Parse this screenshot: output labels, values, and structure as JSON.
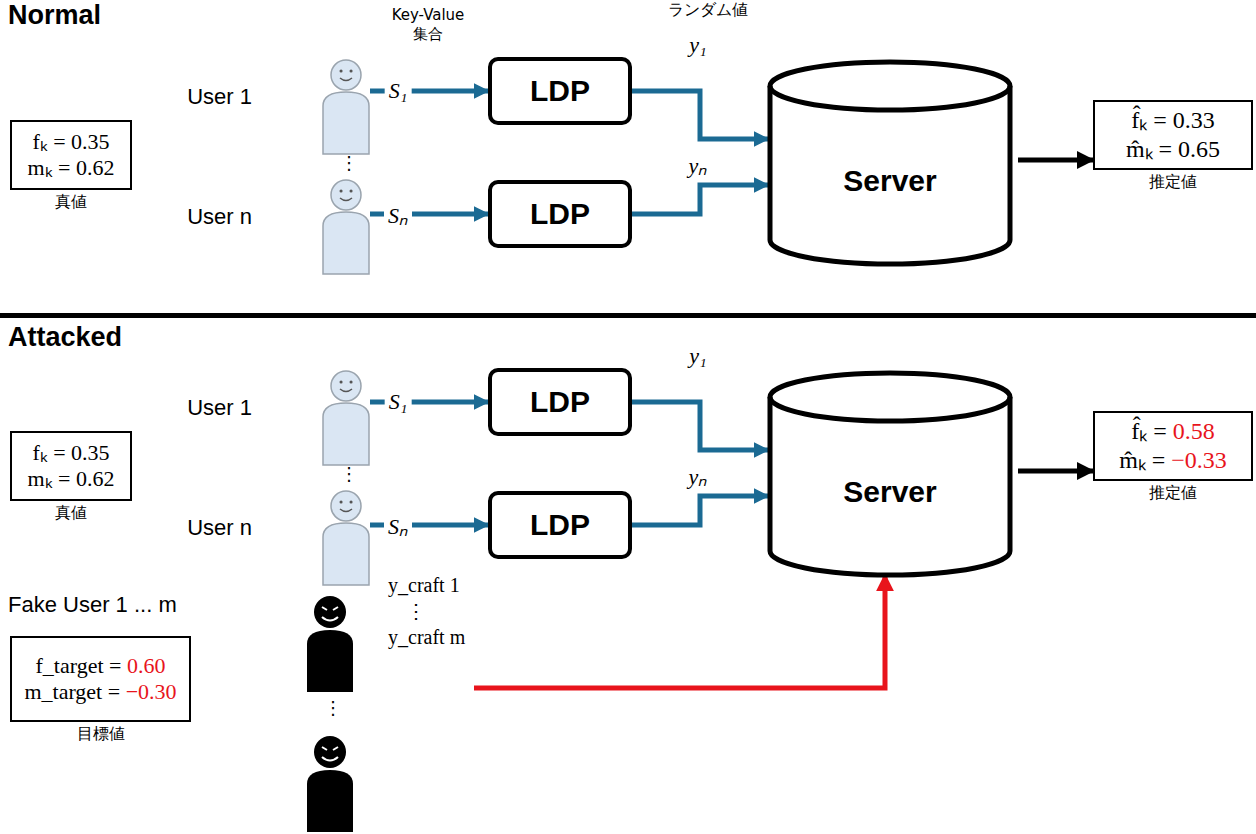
{
  "diagram": {
    "nodes": [
      {
        "text": [
          "fₖ = 0.35",
          "mₖ = 0.62",
          "真値"
        ]
      },
      {
        "text": [
          "User 1"
        ]
      },
      {
        "text": [
          "User n"
        ]
      },
      {
        "text": [
          "LDP"
        ]
      },
      {
        "text": [
          "LDP"
        ]
      },
      {
        "text": [
          "Server"
        ]
      },
      {
        "text": [
          "f̂ₖ = 0.33",
          "m̂ₖ = 0.65",
          "推定値"
        ]
      },
      {
        "text": [
          "fₖ = 0.35",
          "mₖ = 0.62",
          "真値"
        ]
      },
      {
        "text": [
          "User 1"
        ]
      },
      {
        "text": [
          "User n"
        ]
      },
      {
        "text": [
          "LDP"
        ]
      },
      {
        "text": [
          "LDP"
        ]
      },
      {
        "text": [
          "Server"
        ]
      },
      {
        "text": [
          "f̂ₖ = 0.58",
          "m̂ₖ = −0.33",
          "推定値"
        ]
      },
      {
        "text": [
          "f_target = 0.60",
          "m_target = −0.30",
          "目標値"
        ]
      },
      {
        "text": [
          "y_craft 1",
          "⋮",
          "y_craft m"
        ]
      }
    ],
    "edges": [
      {
        "from": 1,
        "to": 3,
        "arrow": "to",
        "label": "S₁"
      },
      {
        "from": 2,
        "to": 4,
        "arrow": "to",
        "label": "Sₙ"
      },
      {
        "from": 3,
        "to": 5,
        "arrow": "to",
        "label": "y₁"
      },
      {
        "from": 4,
        "to": 5,
        "arrow": "to",
        "label": "yₙ"
      },
      {
        "from": 5,
        "to": 6,
        "arrow": "to"
      },
      {
        "from": 8,
        "to": 10,
        "arrow": "to",
        "label": "S₁"
      },
      {
        "from": 9,
        "to": 11,
        "arrow": "to",
        "label": "Sₙ"
      },
      {
        "from": 10,
        "to": 12,
        "arrow": "to",
        "label": "y₁"
      },
      {
        "from": 11,
        "to": 12,
        "arrow": "to",
        "label": "yₙ"
      },
      {
        "from": 12,
        "to": 13,
        "arrow": "to"
      },
      {
        "from": 15,
        "to": 12,
        "arrow": "to"
      }
    ],
    "labels": [
      "Normal",
      "Key-Value 集合",
      "ランダム値",
      "⋮",
      "Attacked",
      "⋮",
      "Fake User 1 ... m",
      "⋮"
    ]
  }
}
